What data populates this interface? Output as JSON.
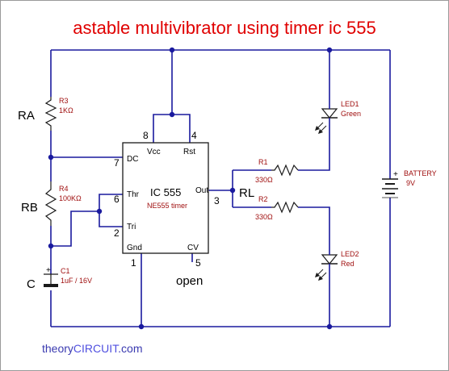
{
  "title": "astable multivibrator using timer ic 555",
  "resistors": {
    "r3": {
      "name": "R3",
      "value": "1KΩ",
      "label": "RA"
    },
    "r4": {
      "name": "R4",
      "value": "100KΩ",
      "label": "RB"
    },
    "r1": {
      "name": "R1",
      "value": "330Ω"
    },
    "r2": {
      "name": "R2",
      "value": "330Ω"
    }
  },
  "capacitor": {
    "name": "C1",
    "value": "1uF / 16V",
    "label": "C"
  },
  "ic": {
    "name": "IC 555",
    "part": "NE555 timer",
    "pins": {
      "vcc": "Vcc",
      "rst": "Rst",
      "dc": "DC",
      "thr": "Thr",
      "tri": "Tri",
      "out": "Out",
      "gnd": "Gnd",
      "cv": "CV"
    },
    "pin_numbers": {
      "vcc": "8",
      "rst": "4",
      "dc": "7",
      "thr": "6",
      "tri": "2",
      "out": "3",
      "gnd": "1",
      "cv": "5"
    }
  },
  "load_label": "RL",
  "cv_note": "open",
  "led1": {
    "name": "LED1",
    "color": "Green"
  },
  "led2": {
    "name": "LED2",
    "color": "Red"
  },
  "battery": {
    "name": "BATTERY",
    "voltage": "9V"
  },
  "footer": {
    "part1": "theory",
    "part2": "CIRCUIT",
    "part3": ".com"
  }
}
